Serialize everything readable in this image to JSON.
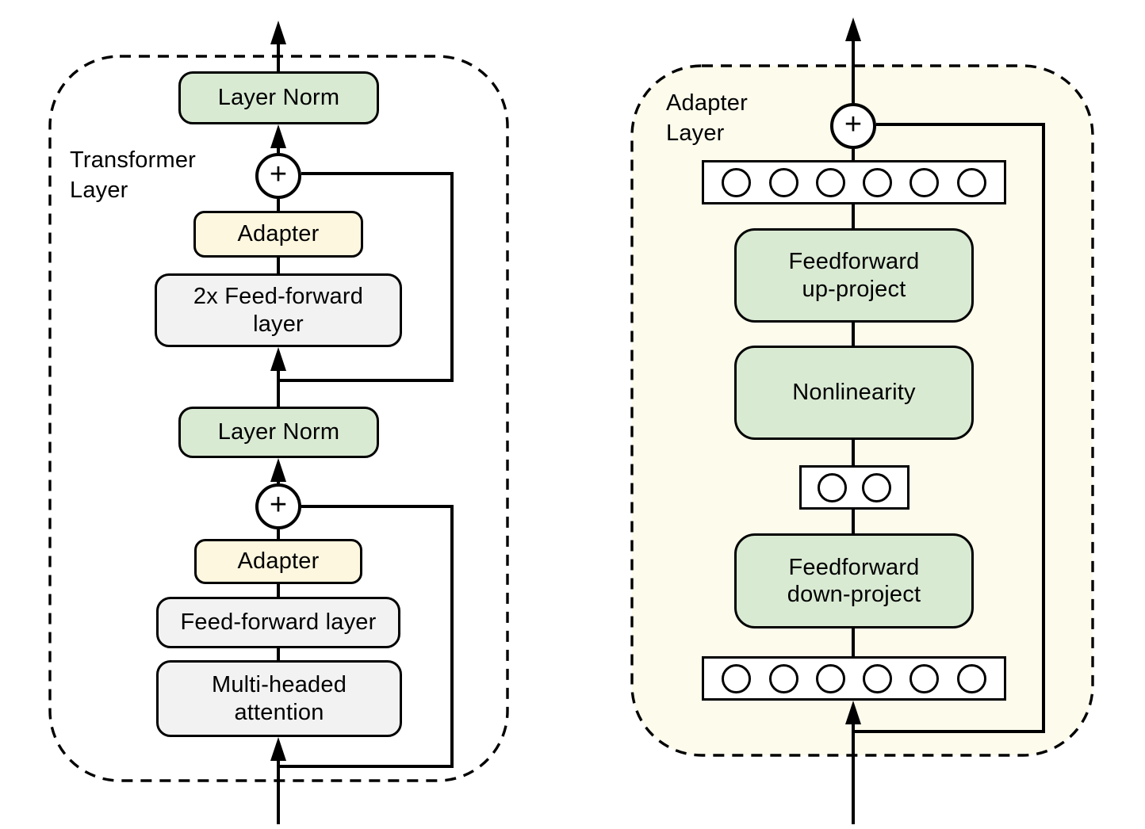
{
  "left_panel": {
    "label": "Transformer\nLayer",
    "layer_norm_top": "Layer Norm",
    "plus_top": "+",
    "adapter_top": "Adapter",
    "feed_forward_2x": "2x Feed-forward\nlayer",
    "layer_norm_bottom": "Layer Norm",
    "plus_bottom": "+",
    "adapter_bottom": "Adapter",
    "feed_forward": "Feed-forward layer",
    "multi_headed_attention": "Multi-headed\nattention"
  },
  "right_panel": {
    "label": "Adapter\nLayer",
    "plus": "+",
    "feedforward_up": "Feedforward\nup-project",
    "nonlinearity": "Nonlinearity",
    "feedforward_down": "Feedforward\ndown-project",
    "top_vector_units": 6,
    "bottleneck_units": 2,
    "bottom_vector_units": 6
  },
  "colors": {
    "green_box": "#d9ead3",
    "cream_box": "#fdf7df",
    "gray_box": "#f2f2f2",
    "panel_bg": "#fdfbec",
    "stroke": "#000000"
  }
}
